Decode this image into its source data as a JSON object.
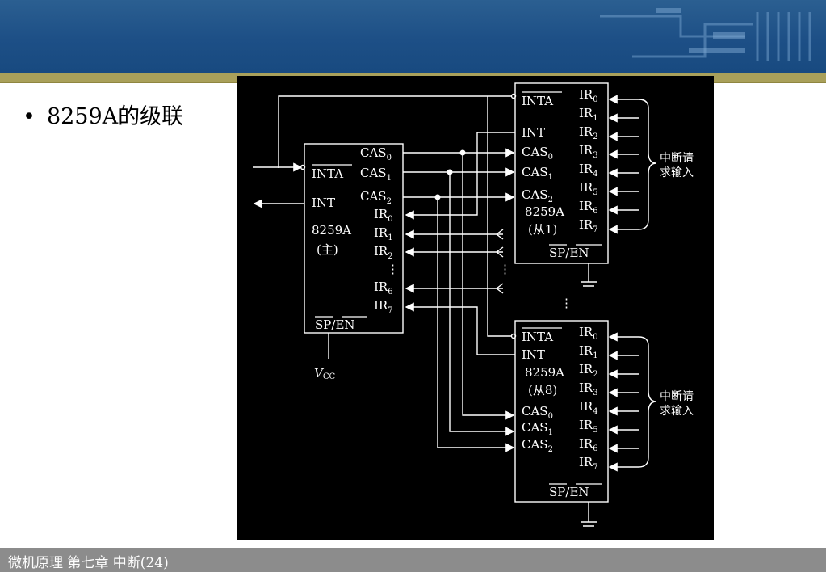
{
  "slide": {
    "bullet_text": "8259A的级联",
    "footer_text": "微机原理   第七章 中断(24)"
  },
  "diagram": {
    "master": {
      "inta": "INTA",
      "int": "INT",
      "name": "8259A",
      "role": "(主)",
      "cas0": "CAS",
      "cas1": "CAS",
      "cas2": "CAS",
      "ir0": "IR",
      "ir1": "IR",
      "ir2": "IR",
      "ir6": "IR",
      "ir7": "IR",
      "sub0": "0",
      "sub1": "1",
      "sub2": "2",
      "sub6": "6",
      "sub7": "7",
      "sp": "SP",
      "slash": "/",
      "en": "EN",
      "dots": "⋮"
    },
    "slave1": {
      "inta": "INTA",
      "int": "INT",
      "name": "8259A",
      "role": "(从1)",
      "cas0": "CAS",
      "cas1": "CAS",
      "cas2": "CAS",
      "sp": "SP",
      "slash": "/",
      "en": "EN"
    },
    "slave8": {
      "inta": "INTA",
      "int": "INT",
      "name": "8259A",
      "role": "(从8)",
      "cas0": "CAS",
      "cas1": "CAS",
      "cas2": "CAS",
      "sp": "SP",
      "slash": "/",
      "en": "EN"
    },
    "ir_label": "IR",
    "subs": [
      "0",
      "1",
      "2",
      "3",
      "4",
      "5",
      "6",
      "7"
    ],
    "vcc": "V",
    "vcc_sub": "CC",
    "int_request_line1": "中断请",
    "int_request_line2": "求输入",
    "vdots": "⋮"
  },
  "colors": {
    "header": "#1d4f86",
    "gold": "#a9a05a",
    "footer": "#8c8c8c",
    "diagram_bg": "#000000",
    "wire": "#ffffff"
  }
}
